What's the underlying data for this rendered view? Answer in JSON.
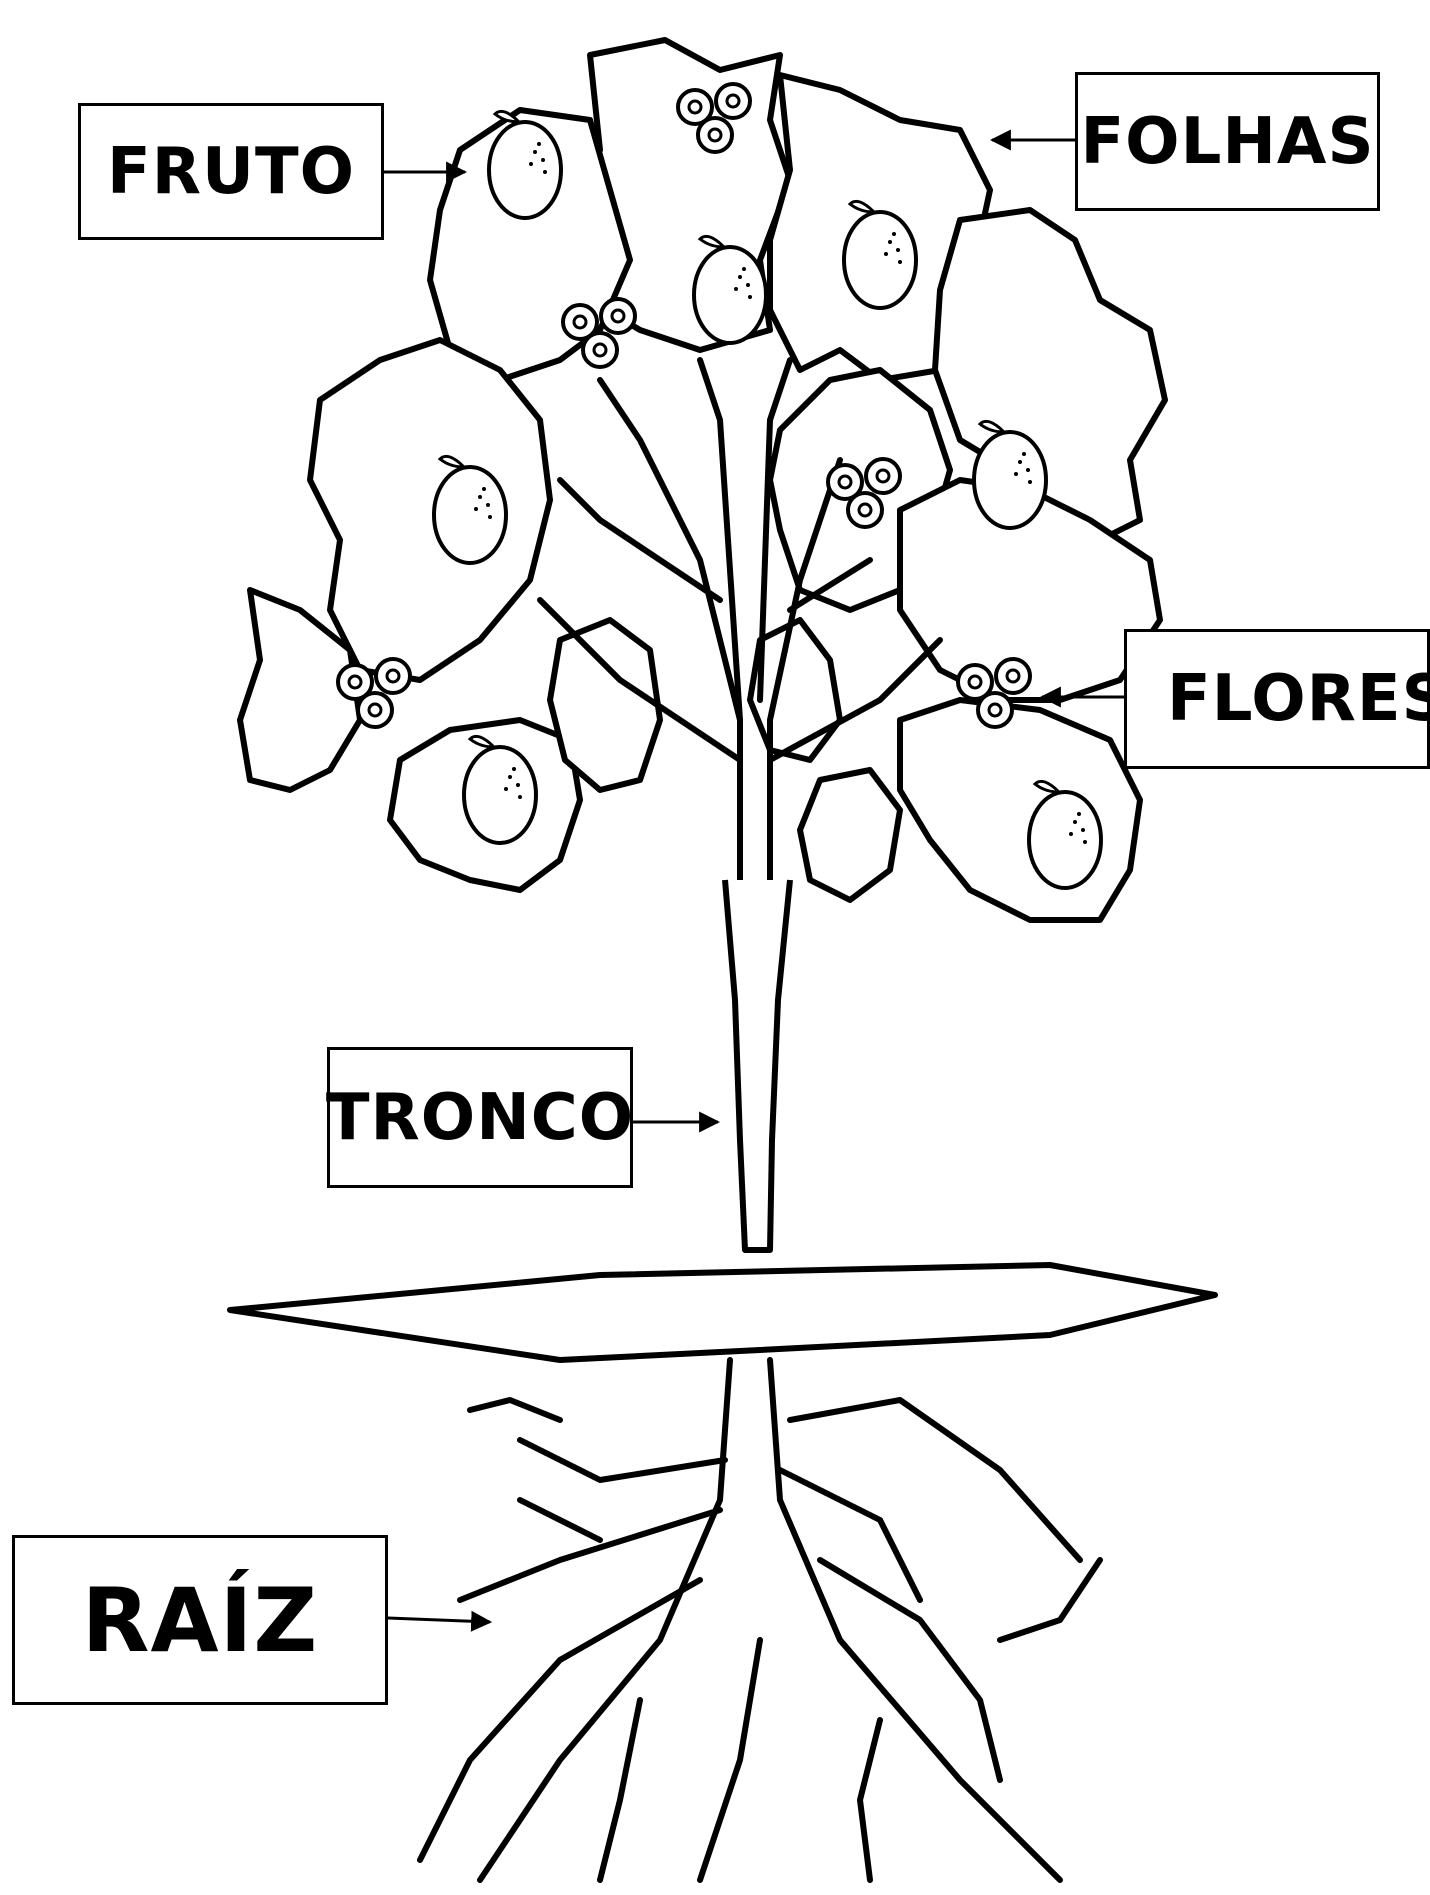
{
  "labels": {
    "fruto": "FRUTO",
    "folhas": "FOLHAS",
    "flores": "FLORES",
    "tronco": "TRONCO",
    "raiz": "RAÍZ"
  },
  "colors": {
    "ink": "#000000",
    "paper": "#ffffff"
  }
}
